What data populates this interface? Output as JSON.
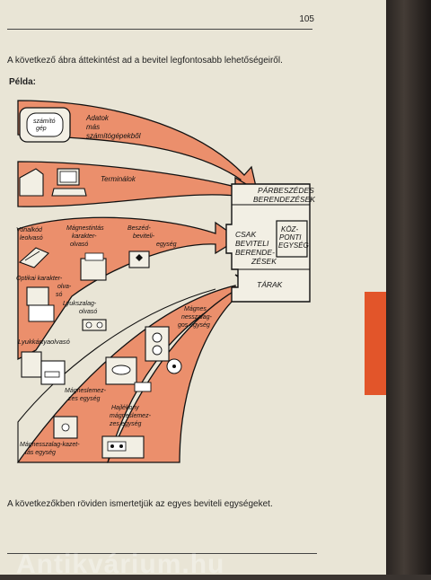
{
  "page": {
    "number": "105",
    "intro": "A következő ábra áttekintést ad a bevitel legfontosabb lehetőségeiről.",
    "example_label": "Példa:",
    "outro": "A következőkben röviden ismertetjük az egyes beviteli egységeket.",
    "watermark": "Antikvárium.hu"
  },
  "figure": {
    "computer_label": [
      "számító",
      "gép"
    ],
    "devices": {
      "data_from_computers": [
        "Adatok",
        "más",
        "számítógépekből"
      ],
      "terminals": [
        "Terminálok"
      ],
      "barcode_reader": [
        "Vonalkód",
        "leolvasó"
      ],
      "magnetic_character_reader": [
        "Mágnestintás",
        "karakter-",
        "olvasó"
      ],
      "voice_input": [
        "Beszéd-",
        "beviteli-",
        "egység"
      ],
      "optical_character_reader": [
        "Optikai karakter-",
        "olva-",
        "só"
      ],
      "paper_tape_reader": [
        "Lyukszalag-",
        "olvasó"
      ],
      "punched_card_reader": [
        "Lyukkártyaolvasó"
      ],
      "magnetic_tape_unit": [
        "Mágnes",
        "nesszalag-",
        "gos egység"
      ],
      "magnetic_disk_unit": [
        "Mágneslemez-",
        "zes egység"
      ],
      "floppy_disk_unit": [
        "Hajlékony",
        "mágneslemez-",
        "zes egység"
      ]
    },
    "cassette_unit": [
      "Mágnesszalag-kazet-",
      "tás egység"
    ],
    "computer_parts": {
      "dialogue_devices": [
        "PÁRBESZÉDES",
        "BERENDEZÉSEK"
      ],
      "input_only_devices": [
        "CSAK",
        "BEVITELI",
        "BERENDE-",
        "ZÉSEK"
      ],
      "cpu": [
        "KÖZ-",
        "PONTI",
        "EGYSÉG"
      ],
      "storage": [
        "TÁRAK"
      ]
    },
    "colors": {
      "arrow_fill": "#eb8f6c",
      "ink": "#111111",
      "tab_orange": "#e2552a"
    }
  }
}
